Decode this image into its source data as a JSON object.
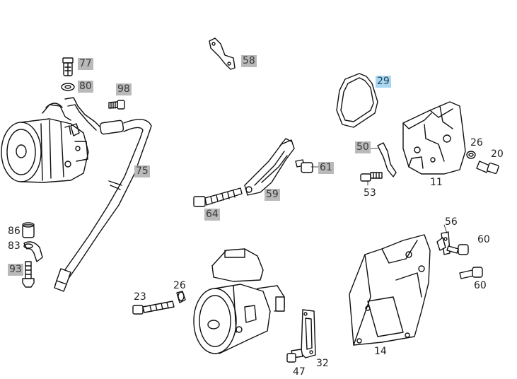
{
  "diagram": {
    "labels": [
      {
        "key": "l77",
        "text": "77",
        "style": "grey"
      },
      {
        "key": "l80",
        "text": "80",
        "style": "grey"
      },
      {
        "key": "l98",
        "text": "98",
        "style": "grey"
      },
      {
        "key": "l75",
        "text": "75",
        "style": "grey"
      },
      {
        "key": "l58",
        "text": "58",
        "style": "grey"
      },
      {
        "key": "l29",
        "text": "29",
        "style": "highlight"
      },
      {
        "key": "l50",
        "text": "50",
        "style": "grey"
      },
      {
        "key": "l53",
        "text": "53",
        "style": "plain"
      },
      {
        "key": "l61",
        "text": "61",
        "style": "grey"
      },
      {
        "key": "l59",
        "text": "59",
        "style": "grey"
      },
      {
        "key": "l64",
        "text": "64",
        "style": "grey"
      },
      {
        "key": "l26a",
        "text": "26",
        "style": "plain"
      },
      {
        "key": "l20",
        "text": "20",
        "style": "plain"
      },
      {
        "key": "l11",
        "text": "11",
        "style": "plain"
      },
      {
        "key": "l56",
        "text": "56",
        "style": "plain"
      },
      {
        "key": "l60a",
        "text": "60",
        "style": "plain"
      },
      {
        "key": "l60b",
        "text": "60",
        "style": "plain"
      },
      {
        "key": "l86",
        "text": "86",
        "style": "plain"
      },
      {
        "key": "l83",
        "text": "83",
        "style": "plain"
      },
      {
        "key": "l93",
        "text": "93",
        "style": "grey"
      },
      {
        "key": "l23",
        "text": "23",
        "style": "plain"
      },
      {
        "key": "l26b",
        "text": "26",
        "style": "plain"
      },
      {
        "key": "l14",
        "text": "14",
        "style": "plain"
      },
      {
        "key": "l47",
        "text": "47",
        "style": "plain"
      },
      {
        "key": "l32",
        "text": "32",
        "style": "plain"
      }
    ]
  }
}
